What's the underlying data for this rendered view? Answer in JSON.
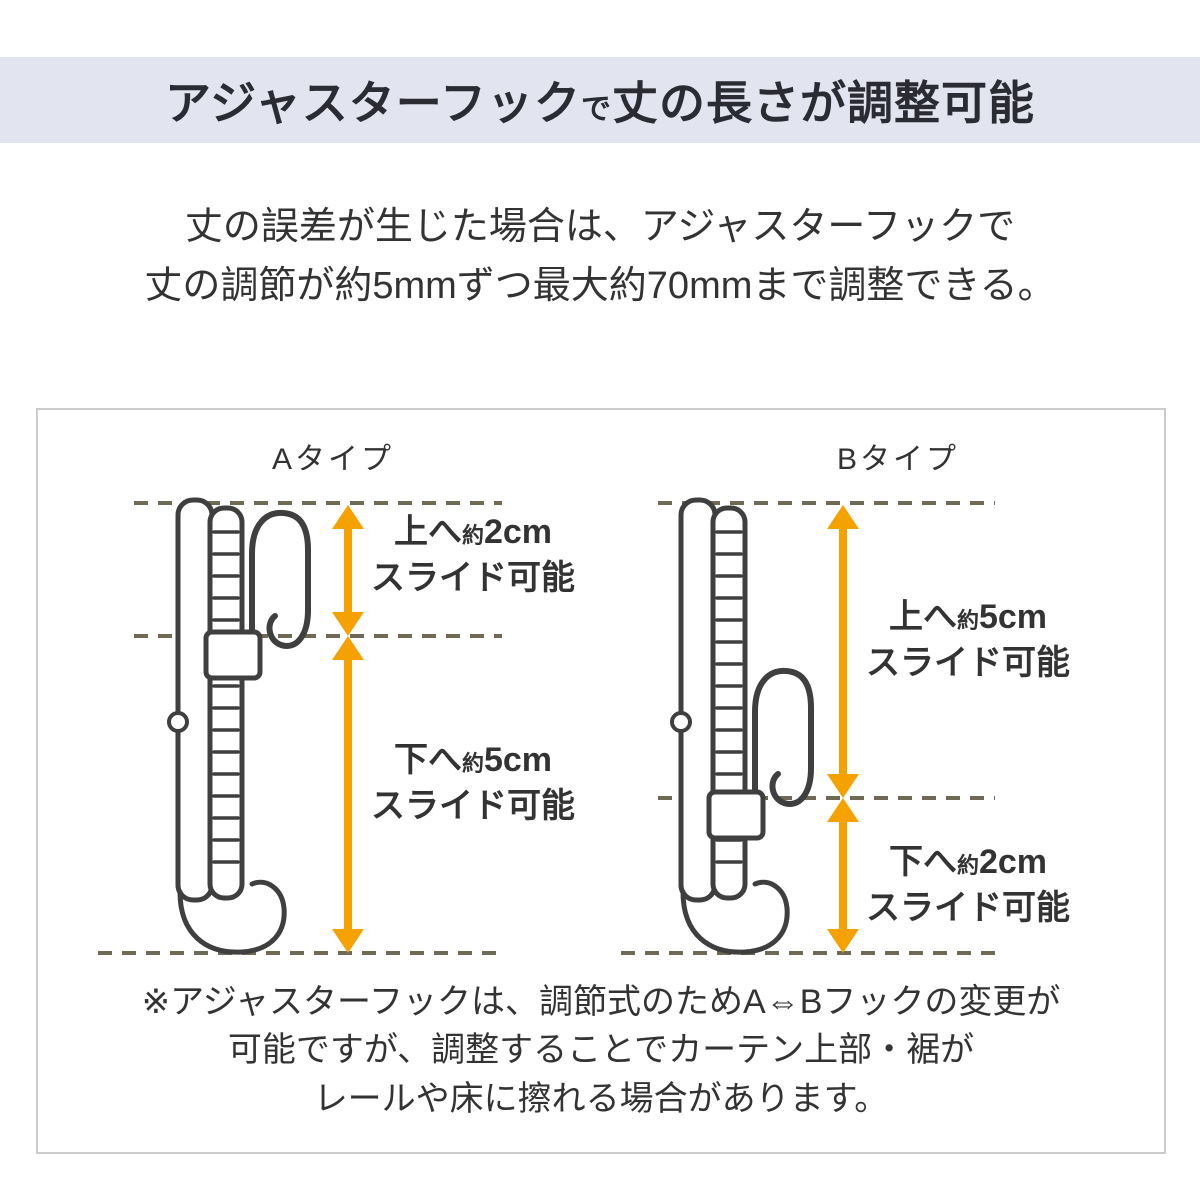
{
  "banner": {
    "title_part1": "アジャスターフック",
    "title_connector": "で",
    "title_part2": "丈の長さが調整可能"
  },
  "intro": {
    "line1": "丈の誤差が生じた場合は、アジャスターフックで",
    "line2": "丈の調節が約5mmずつ最大約70mmまで調整できる。"
  },
  "diagram": {
    "type_a": {
      "label": "Aタイプ",
      "up_annotation": {
        "direction": "上へ",
        "approx": "約",
        "value": "2cm",
        "line2": "スライド可能"
      },
      "down_annotation": {
        "direction": "下へ",
        "approx": "約",
        "value": "5cm",
        "line2": "スライド可能"
      }
    },
    "type_b": {
      "label": "Bタイプ",
      "up_annotation": {
        "direction": "上へ",
        "approx": "約",
        "value": "5cm",
        "line2": "スライド可能"
      },
      "down_annotation": {
        "direction": "下へ",
        "approx": "約",
        "value": "2cm",
        "line2": "スライド可能"
      }
    }
  },
  "note": {
    "line1": "※アジャスターフックは、調節式のためA⇔Bフックの変更が",
    "line2": "可能ですが、調整することでカーテン上部・裾が",
    "line3": "レールや床に擦れる場合があります。"
  },
  "colors": {
    "banner_bg": "#e2e4f0",
    "arrow": "#f5a200",
    "dashed_line": "#6e6a56",
    "hook_outline": "#3f3f3f",
    "text": "#333333"
  }
}
